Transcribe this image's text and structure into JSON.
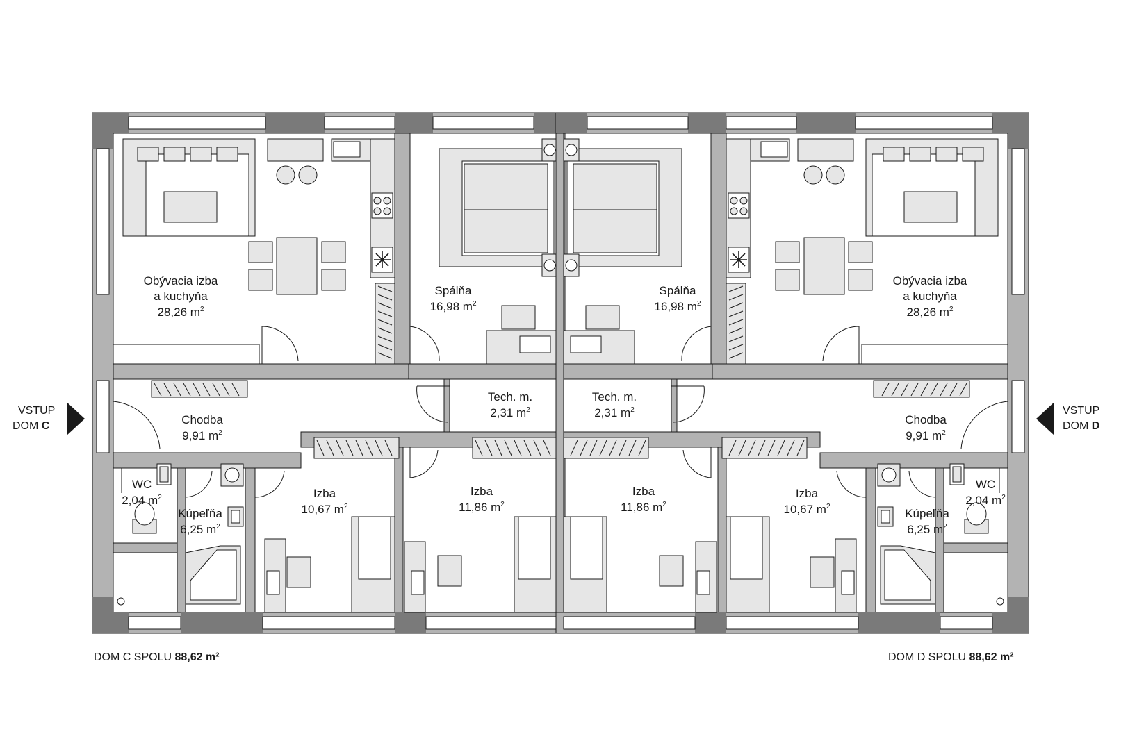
{
  "houses": {
    "c": {
      "living": {
        "name_1": "Obývacia izba",
        "name_2": "a kuchyňa",
        "area": "28,26 m",
        "unit_sup": "2"
      },
      "bedroom": {
        "name": "Spálňa",
        "area": "16,98 m",
        "unit_sup": "2"
      },
      "tech": {
        "name": "Tech. m.",
        "area": "2,31 m",
        "unit_sup": "2"
      },
      "hall": {
        "name": "Chodba",
        "area": "9,91 m",
        "unit_sup": "2"
      },
      "wc": {
        "name": "WC",
        "area": "2,04 m",
        "unit_sup": "2"
      },
      "bath": {
        "name": "Kúpeľňa",
        "area": "6,25 m",
        "unit_sup": "2"
      },
      "room1": {
        "name": "Izba",
        "area": "10,67 m",
        "unit_sup": "2"
      },
      "room2": {
        "name": "Izba",
        "area": "11,86 m",
        "unit_sup": "2"
      },
      "entry": {
        "line1": "VSTUP",
        "line2": "DOM",
        "letter": "C"
      },
      "total": {
        "label": "DOM C SPOLU",
        "value": "88,62 m²"
      }
    },
    "d": {
      "living": {
        "name_1": "Obývacia izba",
        "name_2": "a kuchyňa",
        "area": "28,26 m",
        "unit_sup": "2"
      },
      "bedroom": {
        "name": "Spálňa",
        "area": "16,98 m",
        "unit_sup": "2"
      },
      "tech": {
        "name": "Tech. m.",
        "area": "2,31 m",
        "unit_sup": "2"
      },
      "hall": {
        "name": "Chodba",
        "area": "9,91 m",
        "unit_sup": "2"
      },
      "wc": {
        "name": "WC",
        "area": "2,04 m",
        "unit_sup": "2"
      },
      "bath": {
        "name": "Kúpeľňa",
        "area": "6,25 m",
        "unit_sup": "2"
      },
      "room1": {
        "name": "Izba",
        "area": "10,67 m",
        "unit_sup": "2"
      },
      "room2": {
        "name": "Izba",
        "area": "11,86 m",
        "unit_sup": "2"
      },
      "entry": {
        "line1": "VSTUP",
        "line2": "DOM",
        "letter": "D"
      },
      "total": {
        "label": "DOM D SPOLU",
        "value": "88,62 m²"
      }
    }
  },
  "colors": {
    "wall_outer": "#8c8c8c",
    "wall_inner": "#b3b3b3",
    "furniture_fill": "#e6e6e6",
    "line": "#1a1a1a",
    "background": "#ffffff"
  }
}
